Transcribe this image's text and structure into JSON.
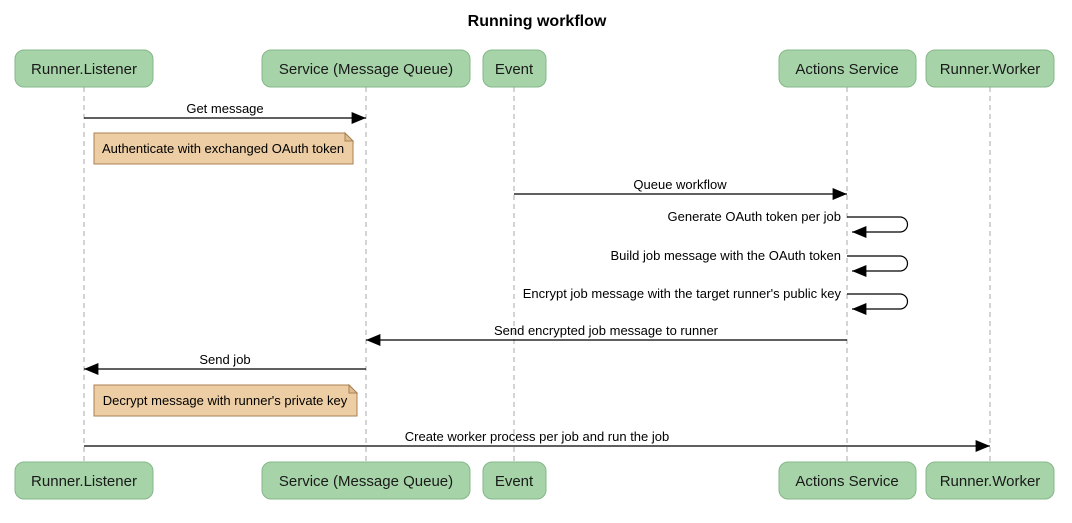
{
  "title": "Running workflow",
  "colors": {
    "background": "#ffffff",
    "actor_fill": "#a6d3a8",
    "actor_border": "#84b788",
    "note_fill": "#edcda4",
    "note_fold": "#dfbd92",
    "note_border": "#aa8152",
    "lifeline": "#a9a9a9",
    "message": "#000000",
    "text": "#000000"
  },
  "participants": [
    {
      "name": "Runner.Listener"
    },
    {
      "name": "Service (Message Queue)"
    },
    {
      "name": "Event"
    },
    {
      "name": "Actions Service"
    },
    {
      "name": "Runner.Worker"
    }
  ],
  "messages": [
    {
      "type": "message",
      "label": "Get message",
      "from": "Runner.Listener",
      "to": "Service (Message Queue)"
    },
    {
      "type": "note",
      "label": "Authenticate with exchanged OAuth token",
      "position": "right of Runner.Listener"
    },
    {
      "type": "message",
      "label": "Queue workflow",
      "from": "Event",
      "to": "Actions Service"
    },
    {
      "type": "self",
      "label": "Generate OAuth token per job",
      "actor": "Actions Service"
    },
    {
      "type": "self",
      "label": "Build job message with the OAuth token",
      "actor": "Actions Service"
    },
    {
      "type": "self",
      "label": "Encrypt job message with the target runner's public key",
      "actor": "Actions Service"
    },
    {
      "type": "message",
      "label": "Send encrypted job message to runner",
      "from": "Actions Service",
      "to": "Service (Message Queue)"
    },
    {
      "type": "message",
      "label": "Send job",
      "from": "Service (Message Queue)",
      "to": "Runner.Listener"
    },
    {
      "type": "note",
      "label": "Decrypt message with runner's private key",
      "position": "right of Runner.Listener"
    },
    {
      "type": "message",
      "label": "Create worker process per job and run the job",
      "from": "Runner.Listener",
      "to": "Runner.Worker"
    }
  ]
}
